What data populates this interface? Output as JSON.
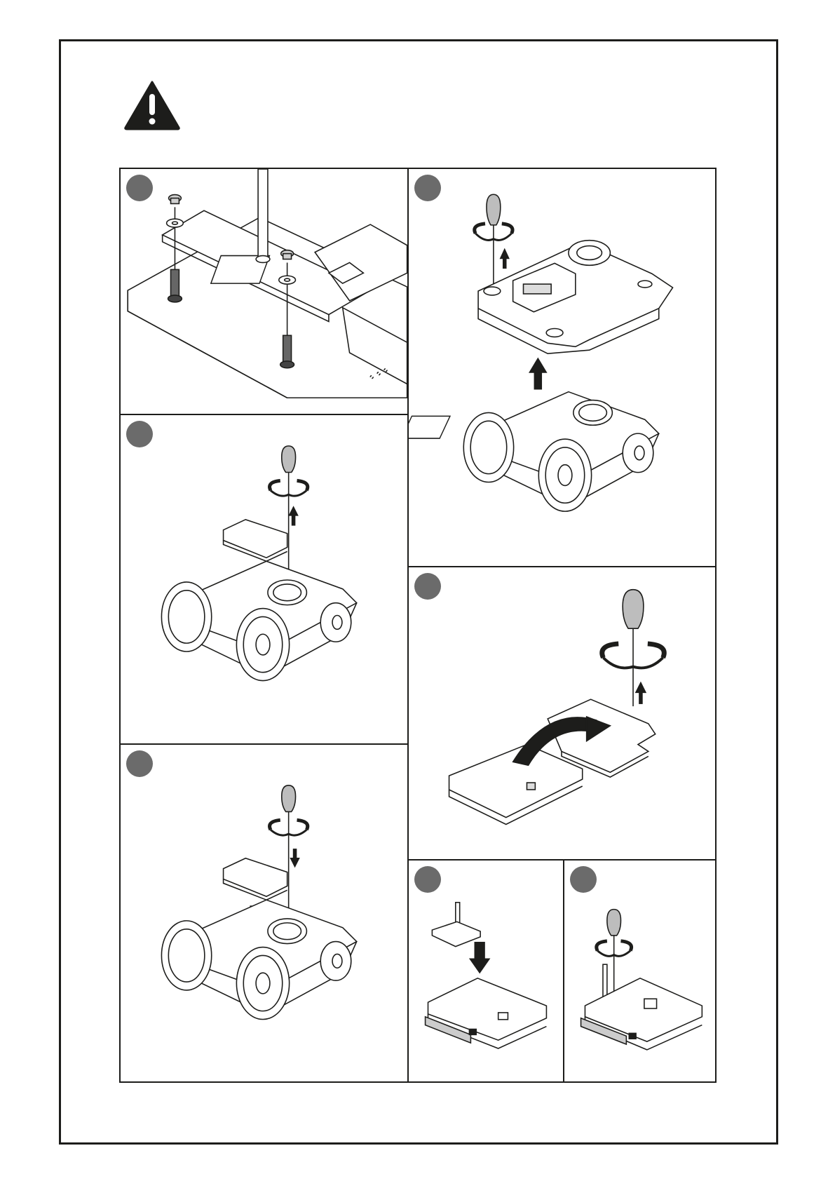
{
  "page": {
    "frame": "manual-page-frame"
  },
  "warning": {
    "icon": "warning-triangle-icon",
    "color": "#1d1d1b"
  },
  "steps": [
    {
      "id": "step-1",
      "marker": "step-marker",
      "content": "screws-and-washers-board-detail"
    },
    {
      "id": "step-2",
      "marker": "step-marker",
      "content": "remove-top-cover"
    },
    {
      "id": "step-3",
      "marker": "step-marker",
      "content": "remove-board-from-chassis"
    },
    {
      "id": "step-4",
      "marker": "step-marker",
      "content": "flip-board-unscrew"
    },
    {
      "id": "step-5",
      "marker": "step-marker",
      "content": "install-board-into-chassis"
    },
    {
      "id": "step-6",
      "marker": "step-marker",
      "content": "insert-module-into-board"
    },
    {
      "id": "step-7",
      "marker": "step-marker",
      "content": "screw-module-to-board"
    }
  ],
  "colors": {
    "marker": "#6b6b6b",
    "line": "#1d1d1b",
    "tool": "#bdbdbd"
  }
}
